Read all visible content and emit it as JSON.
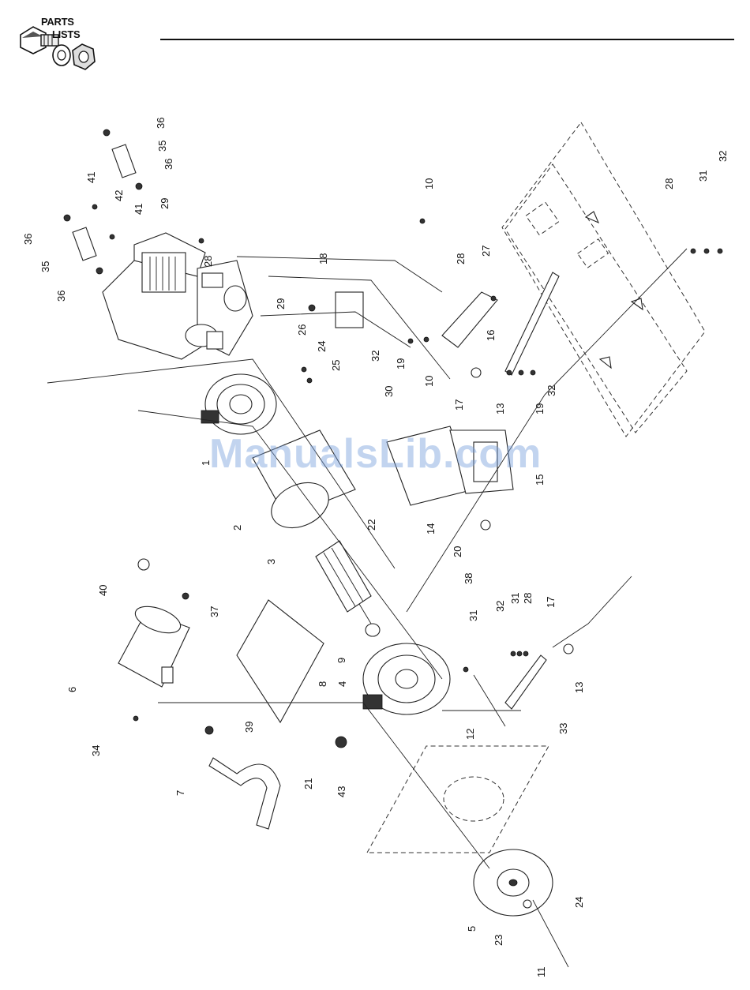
{
  "header": {
    "logo_line1": "PARTS",
    "logo_line2": "LISTS"
  },
  "watermark": "ManualsLib.com",
  "callouts": [
    "1",
    "2",
    "3",
    "4",
    "5",
    "6",
    "7",
    "8",
    "9",
    "10",
    "10",
    "11",
    "12",
    "13",
    "13",
    "14",
    "15",
    "16",
    "17",
    "17",
    "18",
    "19",
    "19",
    "20",
    "21",
    "22",
    "23",
    "24",
    "24",
    "25",
    "26",
    "27",
    "28",
    "28",
    "28",
    "28",
    "29",
    "29",
    "30",
    "31",
    "31",
    "31",
    "32",
    "32",
    "32",
    "32",
    "33",
    "34",
    "35",
    "35",
    "36",
    "36",
    "36",
    "36",
    "37",
    "38",
    "39",
    "40",
    "41",
    "41",
    "42",
    "43"
  ]
}
